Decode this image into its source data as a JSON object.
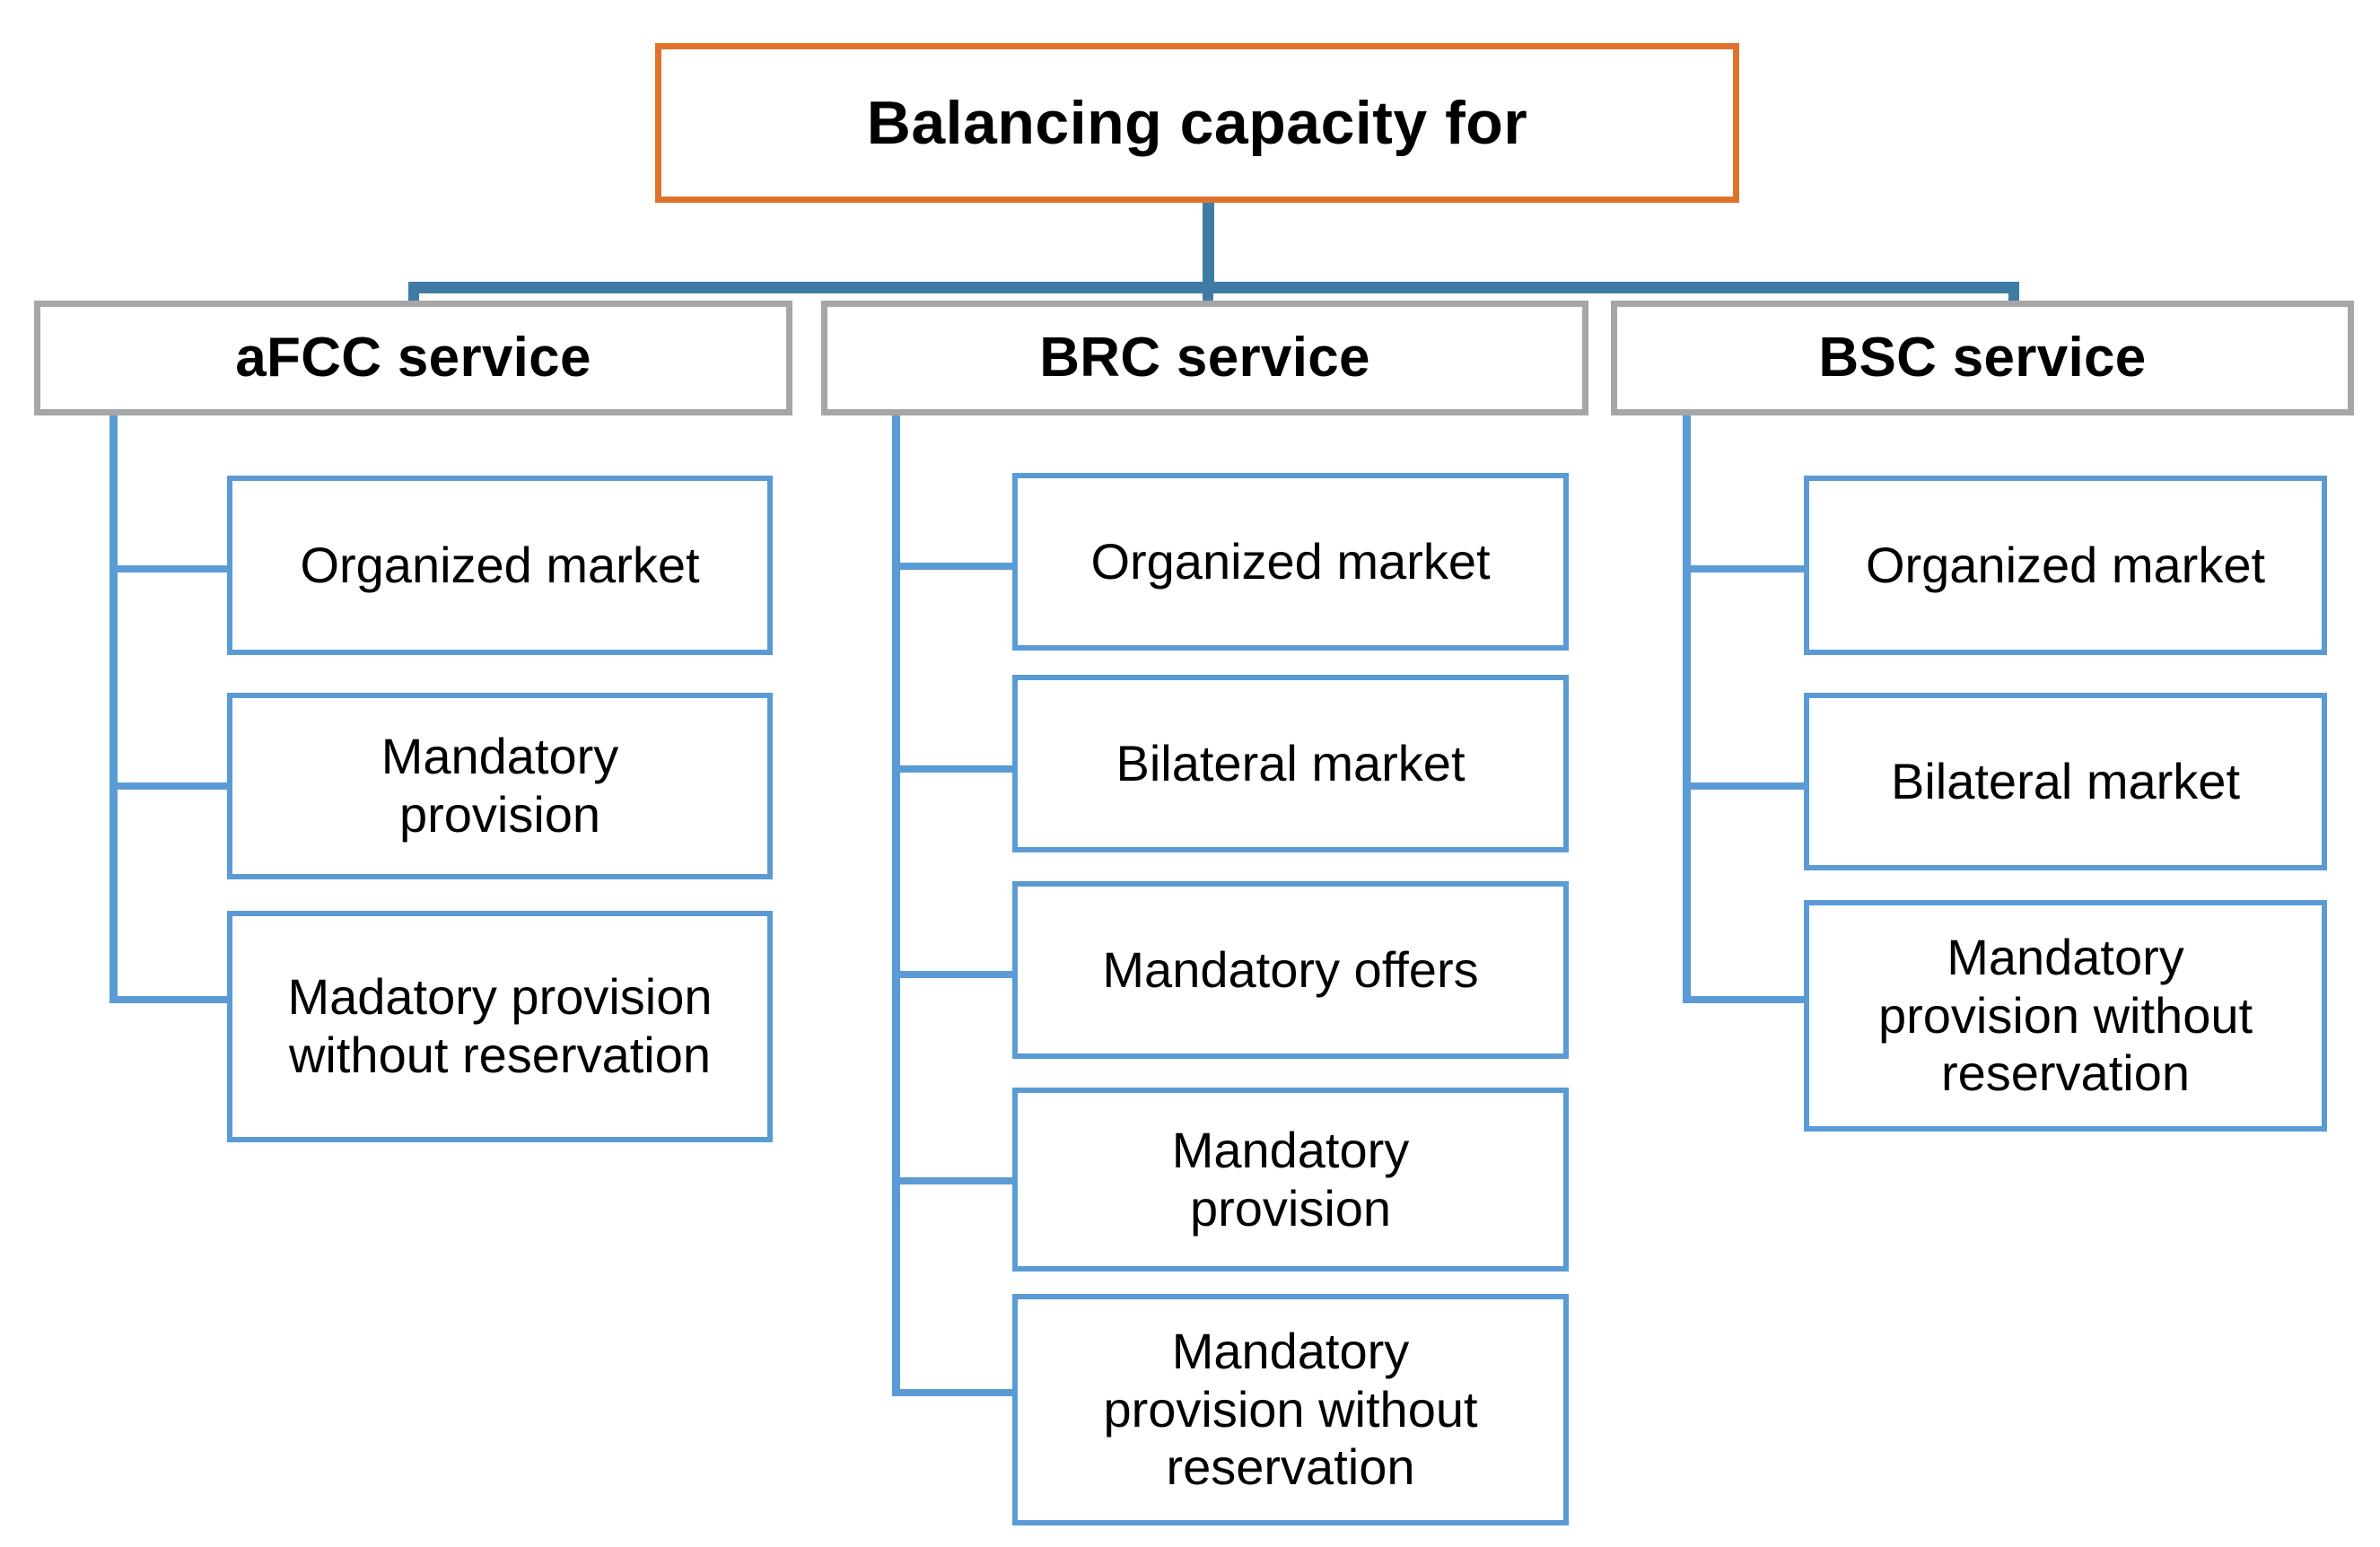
{
  "diagram": {
    "title": "Balancing capacity for",
    "root": {
      "label": "Balancing capacity for",
      "border_color": "#E0732C"
    },
    "service_border_color": "#A6A6A6",
    "leaf_border_color": "#5B9BD5",
    "connector_color": "#3E7CA6",
    "columns": [
      {
        "service": "aFCC service",
        "children": [
          "Organized market",
          "Mandatory\nprovision",
          "Madatory provision\nwithout reservation"
        ]
      },
      {
        "service": "BRC service",
        "children": [
          "Organized market",
          "Bilateral market",
          "Mandatory offers",
          "Mandatory\nprovision",
          "Mandatory\nprovision without\nreservation"
        ]
      },
      {
        "service": "BSC service",
        "children": [
          "Organized market",
          "Bilateral market",
          "Mandatory\nprovision without\nreservation"
        ]
      }
    ]
  }
}
